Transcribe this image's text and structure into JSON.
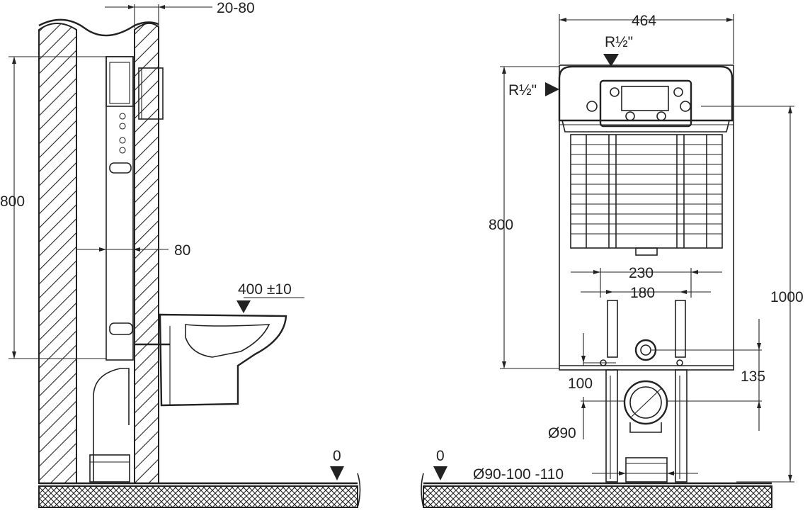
{
  "side_view": {
    "dims": {
      "wall_gap": "20-80",
      "frame_height": "800",
      "frame_depth": "80",
      "bowl_height": "400 ±10",
      "floor_level": "0"
    }
  },
  "front_view": {
    "dims": {
      "frame_width": "464",
      "top_inlet": "R½\"",
      "side_inlet": "R½\"",
      "cistern_height": "800",
      "total_height": "1000",
      "bolt_spacing_outer": "230",
      "bolt_spacing_inner": "180",
      "inlet_offset": "100",
      "outlet_offset": "135",
      "outlet_diameter": "Ø90",
      "drain_diameter": "Ø90-100 -110",
      "floor_level": "0"
    }
  },
  "colors": {
    "line": "#222222",
    "background": "#ffffff"
  }
}
